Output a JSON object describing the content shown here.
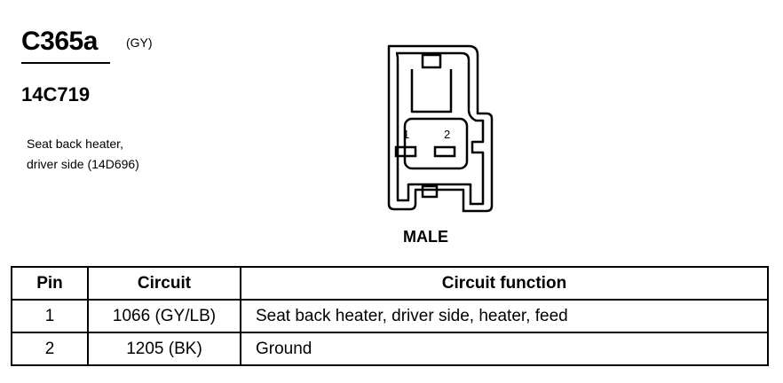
{
  "connector": {
    "id": "C365a",
    "color": "(GY)",
    "part_number": "14C719",
    "description_line1": "Seat back heater,",
    "description_line2": "driver side (14D696)",
    "pin_labels": [
      "1",
      "2"
    ],
    "gender": "MALE"
  },
  "table": {
    "headers": [
      "Pin",
      "Circuit",
      "Circuit function"
    ],
    "rows": [
      {
        "pin": "1",
        "circuit": "1066 (GY/LB)",
        "function": "Seat back heater, driver side, heater, feed"
      },
      {
        "pin": "2",
        "circuit": "1205 (BK)",
        "function": "Ground"
      }
    ]
  }
}
